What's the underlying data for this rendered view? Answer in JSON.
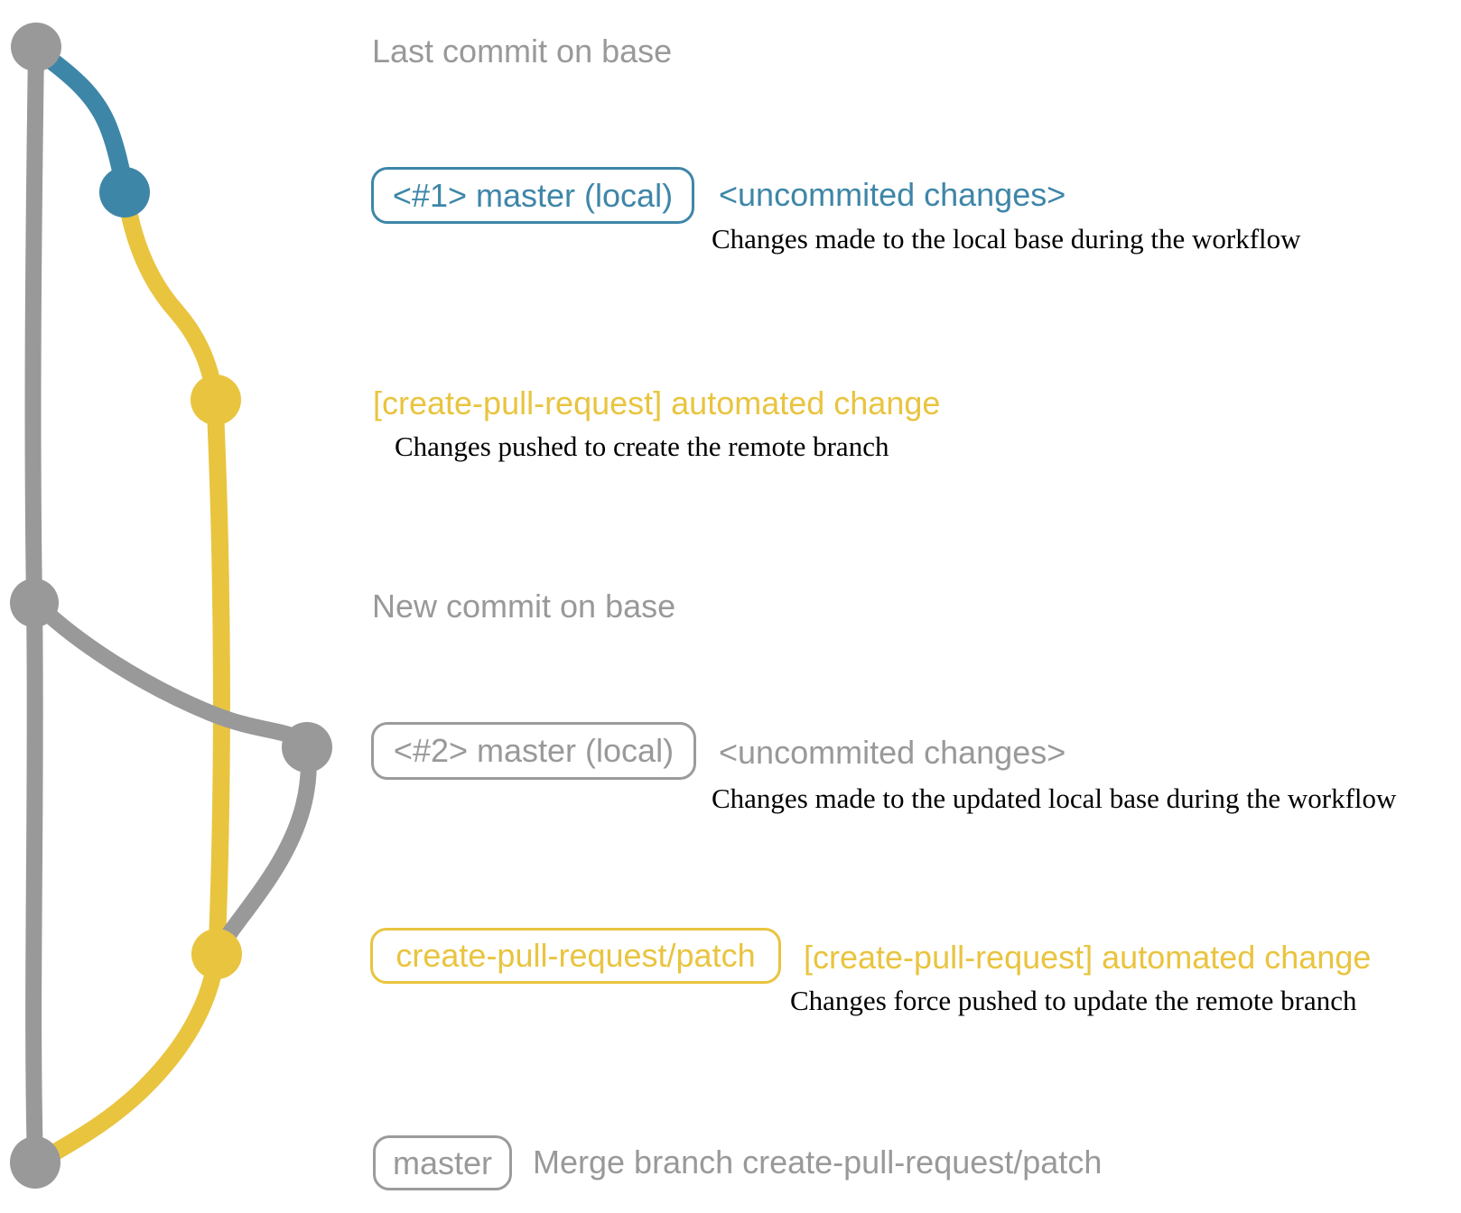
{
  "colors": {
    "base_gray": "#999999",
    "local_blue": "#3e86a8",
    "remote_yellow": "#e9c43f",
    "note_black": "#000000"
  },
  "rows": {
    "last_commit": {
      "label": "Last commit on base"
    },
    "commit1": {
      "badge": "<#1> master (local)",
      "title": "<uncommited changes>",
      "description": "Changes made to the local base during the workflow"
    },
    "push1": {
      "title": "[create-pull-request] automated change",
      "description": "Changes pushed to create the remote branch"
    },
    "new_commit": {
      "label": "New commit on base"
    },
    "commit2": {
      "badge": "<#2> master (local)",
      "title": "<uncommited changes>",
      "description": "Changes made to the updated local base during the workflow"
    },
    "push2": {
      "badge": "create-pull-request/patch",
      "title": "[create-pull-request] automated change",
      "description": "Changes force pushed to update the remote branch"
    },
    "merge": {
      "badge": "master",
      "label": "Merge branch create-pull-request/patch"
    }
  }
}
